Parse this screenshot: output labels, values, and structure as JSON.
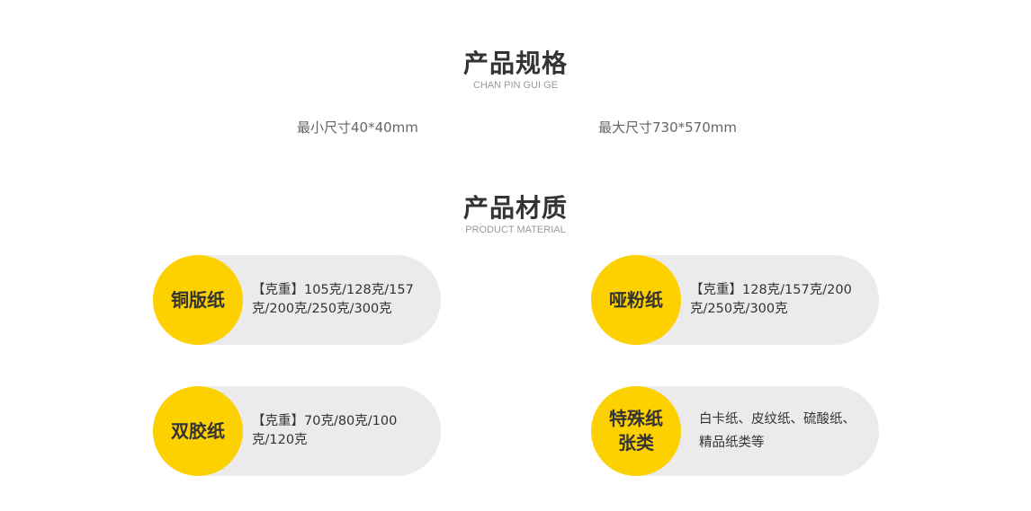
{
  "spec": {
    "title": "产品规格",
    "subtitle": "CHAN PIN GUI GE",
    "min_size": "最小尺寸40*40mm",
    "max_size": "最大尺寸730*570mm"
  },
  "material": {
    "title": "产品材质",
    "subtitle": "PRODUCT MATERIAL",
    "items": [
      {
        "name": "铜版纸",
        "desc": "【克重】105克/128克/157克/200克/250克/300克"
      },
      {
        "name": "哑粉纸",
        "desc": "【克重】128克/157克/200克/250克/300克"
      },
      {
        "name": "双胶纸",
        "desc": "【克重】70克/80克/100克/120克"
      },
      {
        "name": "特殊纸张类",
        "desc": "白卡纸、皮纹纸、硫酸纸、精品纸类等"
      }
    ]
  },
  "colors": {
    "accent": "#fdd000",
    "pill": "#ebebeb"
  }
}
